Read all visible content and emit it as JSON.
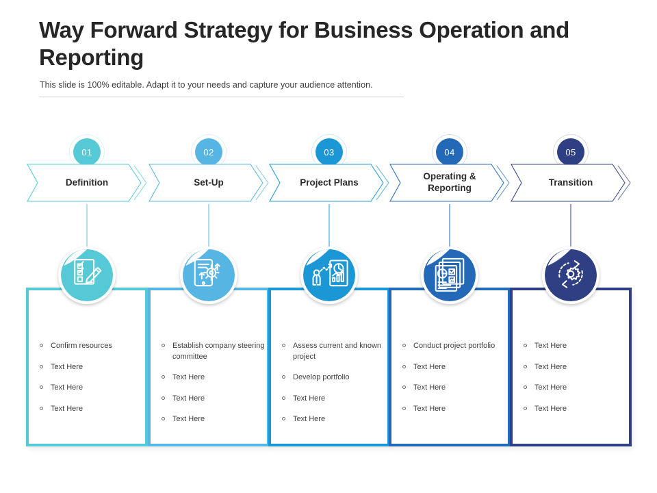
{
  "header": {
    "title": "Way Forward Strategy for Business Operation and Reporting",
    "subtitle": "This slide is 100% editable. Adapt it to your needs and capture your audience attention."
  },
  "palette": {
    "step1": "#55c9d6",
    "step2": "#57b5e3",
    "step3": "#1b97d5",
    "step4": "#2369b7",
    "step5": "#2f3f83"
  },
  "steps": [
    {
      "number": "01",
      "label": "Definition",
      "color": "#55c9d6",
      "icon": "checklist-pencil-icon",
      "bullets": [
        "Confirm resources",
        "Text Here",
        "Text Here",
        "Text Here"
      ]
    },
    {
      "number": "02",
      "label": "Set-Up",
      "color": "#57b5e3",
      "icon": "mobile-gear-icon",
      "bullets": [
        "Establish company steering committee",
        "Text Here",
        "Text Here",
        "Text Here"
      ]
    },
    {
      "number": "03",
      "label": "Project Plans",
      "color": "#1b97d5",
      "icon": "person-growth-chart-icon",
      "bullets": [
        "Assess current and known project",
        "Develop  portfolio",
        "Text Here",
        "Text Here"
      ]
    },
    {
      "number": "04",
      "label": "Operating & Reporting",
      "color": "#2369b7",
      "icon": "stacked-reports-icon",
      "bullets": [
        "Conduct project portfolio",
        "Text Here",
        "Text Here",
        "Text Here"
      ]
    },
    {
      "number": "05",
      "label": "Transition",
      "color": "#2f3f83",
      "icon": "gear-cycle-icon",
      "bullets": [
        "Text Here",
        "Text Here",
        "Text Here",
        "Text Here"
      ]
    }
  ]
}
